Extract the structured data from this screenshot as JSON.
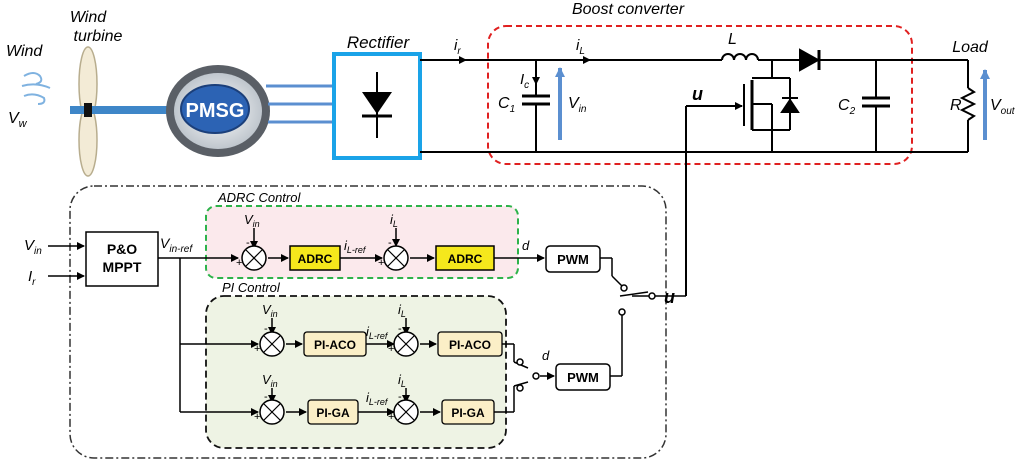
{
  "labels": {
    "wind": "Wind",
    "v": "V",
    "w": "w",
    "wind_turbine_1": "Wind",
    "wind_turbine_2": "turbine",
    "pmsg": "PMSG",
    "rectifier": "Rectifier",
    "boost_converter": "Boost converter",
    "load": "Load",
    "i": "i",
    "r": "r",
    "L_sub": "L",
    "c_sub": "c",
    "inductor": "L",
    "C": "C",
    "one": "1",
    "two": "2",
    "in": "in",
    "out": "out",
    "resistor": "R",
    "u": "u",
    "adrc_control": "ADRC Control",
    "pi_control": "PI Control",
    "I": "I",
    "po_1": "P&O",
    "po_2": "MPPT",
    "in_ref": "in-ref",
    "L_ref": "L-ref",
    "adrc": "ADRC",
    "d": "d",
    "pwm": "PWM",
    "pi_aco": "PI-ACO",
    "pi_ga": "PI-GA",
    "plus": "+",
    "minus": "-"
  },
  "colors": {
    "rectifier_border": "#1aa3e8",
    "boost_border": "#e02020",
    "adrc_border": "#2db34a",
    "adrc_fill": "#fbe9ec",
    "pi_fill": "#eef3e4",
    "adrc_block": "#f5e81c",
    "pi_block": "#fbefc7",
    "signal_arrow": "#5b8fd0"
  }
}
